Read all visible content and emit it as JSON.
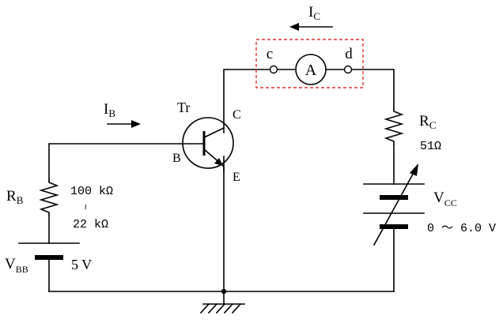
{
  "labels": {
    "ic": {
      "main": "I",
      "sub": "C"
    },
    "ib": {
      "main": "I",
      "sub": "B"
    },
    "transistor": "Tr",
    "collector": "C",
    "base": "B",
    "emitter": "E",
    "terminal_c": "c",
    "terminal_d": "d",
    "ammeter": "A",
    "rc": {
      "main": "R",
      "sub": "C"
    },
    "rc_value": "51Ω",
    "rb": {
      "main": "R",
      "sub": "B"
    },
    "rb_value_high": "100 kΩ",
    "rb_range_mark": "~",
    "rb_value_low": "22 kΩ",
    "vcc": {
      "main": "V",
      "sub": "CC"
    },
    "vcc_value": "0 ～ 6.0 V",
    "vbb": {
      "main": "V",
      "sub": "BB"
    },
    "vbb_value": "5 V"
  },
  "colors": {
    "wire": "#000000",
    "ammeter_box": "#e03030"
  }
}
